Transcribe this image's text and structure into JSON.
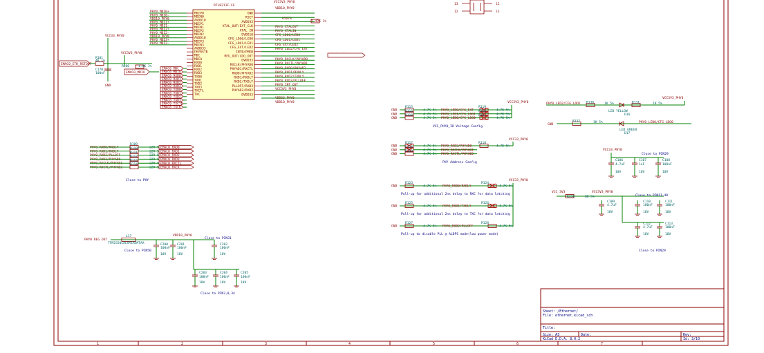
{
  "ic": {
    "title": "RTL8211F-CG",
    "left_pins": [
      "MDIP0",
      "MDIN0",
      "AVDD10",
      "MDIP1",
      "MDIN1",
      "MDIP2",
      "MDIN2",
      "AVDD10",
      "MDIP3",
      "MDIN3",
      "AVDD33",
      "PHYRSTB",
      "MDC",
      "MDIO",
      "RXD0",
      "RXD1",
      "RXD2",
      "RXD3",
      "TXD0",
      "TXD1",
      "TXD2",
      "TXD3",
      "TXCTL",
      "TXC"
    ],
    "right_pins": [
      "GND",
      "RSET",
      "AVDD33",
      "XTAL_OUT/EXT_CLK",
      "XTAL_IN",
      "DVDD10",
      "CFG_LDO0/LED0",
      "CFG_LDO1/LED1",
      "CFG_EXT/LED2",
      "INTB/PMEB",
      "REG_OUT/LDO_OUT",
      "DVDD33",
      "RXCLK/PHYAD0",
      "PHYAD1/RXCTL",
      "RXD0/PHYAD2",
      "RXD1/RXDLY",
      "RXD2/TXDLY",
      "PLLOFF/RXD3",
      "PHYAD2/RXD2",
      "DVDD33"
    ]
  },
  "left_nets": [
    "PHY0_MDI0+",
    "PHY0_MDI0-",
    "VDD10_PHY0",
    "PHY0_MDI1+",
    "PHY0_MDI1-",
    "PHY0_MDI2+",
    "PHY0_MDI2-",
    "VDD10_PHY0",
    "PHY0_MDI3+",
    "PHY0_MDI3-"
  ],
  "mac_labels": [
    "EMAC0_MDC",
    "EMAC0_MDIO",
    "EMAC0_RXD0",
    "EMAC0_RXD1",
    "EMAC0_RXD2",
    "EMAC0_RXD3",
    "EMAC0_TXD0",
    "EMAC0_TXD1",
    "EMAC0_TXD2",
    "EMAC0_TXD3",
    "EMAC0_TXCTL",
    "EMAC0_TXCK"
  ],
  "right_nets": [
    "VCC3V3_PHY0",
    "VDD10_PHY0",
    "R5678",
    "2.49K 1%",
    "PHY0_XTALOUT",
    "PHY0_XTALIN",
    "CFG_LDO0/LED0",
    "CFG_LDO1/LED1",
    "CFG_EXT/LED2",
    "PHY0_LED2/CFG_EXT",
    "EMAC0_IRQ",
    "PHY0_RXCLK/PHYAD0",
    "PHY0_RXCTL/PHYAD1",
    "PHY0_RXD0/PHYAD2",
    "PHY0_RXD1/RXDLY",
    "PHY0_RXD2/TXDLY",
    "PHY0_RXD3/PLLOFF",
    "PHY0_INT_OUT",
    "VCC3V3_PHY0",
    "VDD33_PHY0",
    "VDD10_PHY0"
  ],
  "reset": {
    "net": "EMAC0_ETH_RSTOUT",
    "r_ref": "R101",
    "r_val": "4K 1%",
    "c_ref": "C170",
    "c_val": "100nF",
    "vcc": "VCC33_PHY0",
    "gnd": "GND",
    "vcc2": "VCC3V3_PHY0",
    "r2": "R100",
    "r2_val": "1.5K 1%",
    "mdio_net": "EMAC0_MDIO"
  },
  "rx_series": {
    "nets": [
      "PHY0_RXD0/RXDLY",
      "PHY0_RXD1/RXDLY",
      "PHY0_RXD2/PLLOFF",
      "PHY0_RXD3/PHYAD0",
      "PHY0_RXCLK/PHYAD1",
      "PHY0_RXCTL/PHYAD2"
    ],
    "refs": [
      "R109",
      "R110",
      "R111",
      "R112",
      "R113",
      "R114"
    ],
    "vals": [
      "22R 5%",
      "22R 5%",
      "22R 5%",
      "22R 5%",
      "22R 5%",
      "22R 5%"
    ],
    "labels": [
      "EMAC0_RXD0",
      "EMAC0_RXD1",
      "EMAC0_RXD2",
      "EMAC0_RXD3",
      "EMAC0_RXCTL",
      "EMAC0_RXCK"
    ],
    "note": "Close to PHY"
  },
  "ldo_cfg": {
    "refs": [
      "R115",
      "R116",
      "R118"
    ],
    "vals": [
      "4.7K 5%",
      "4.7K 5%",
      "4.7K 5%"
    ],
    "nets": [
      "PHY0_LED0/CFG_EXT",
      "PHY0_LED1/CFG_LDO1",
      "PHY0_LED0/CFG_LDO0"
    ],
    "alt_refs": [
      "R119",
      "R120",
      "R121"
    ],
    "alt_vals": [
      "4.7K 5%",
      "4.7K 5%",
      "4.7K 5%"
    ],
    "vcc": "VCC3V3_PHY0",
    "note": "VCC_PHY0_IO Voltage Config"
  },
  "addr_cfg": {
    "refs": [
      "R117",
      "R118",
      "R119"
    ],
    "vals": [
      "4.7K 5%",
      "4.7K 5%",
      "4.7K 5%"
    ],
    "nets": [
      "PHY0_RXD2/PHYAD0",
      "PHY0_RXCLK/PHYAD1",
      "PHY0_RXCTL/PHYAD2"
    ],
    "r_right": "R118",
    "r_right_val": "4.7K 5%",
    "vcc": "VCC33_PHY0",
    "note": "PHY Address Config"
  },
  "delay_cfg": {
    "vcc": "VCC33_PHY0",
    "rows": [
      {
        "ref": "R123",
        "val": "4.7K 5%",
        "net": "PHY0_RXD0/RXDLY",
        "alt": "R124",
        "alt_val": "4.7K 5%",
        "note": "Pull-up for additional 2ns delay to RXC for data latching"
      },
      {
        "ref": "R125",
        "val": "4.7K 5%",
        "net": "PHY0_RXD1/TXDLY",
        "alt": "R126",
        "alt_val": "4.7K 5%",
        "note": "Pull-up for additional 2ns delay to TXC for data latching"
      },
      {
        "ref": "R127",
        "val": "4.7K 5%",
        "net": "PHY0_RXD2/PLLOFF",
        "alt": "R128",
        "alt_val": "4.7K 5%",
        "note": "Pull-up to disable PLL @ ALDPS mode(low power mode)"
      }
    ]
  },
  "leds": {
    "vcc": "VCC3V3_PHY0",
    "rows": [
      {
        "net": "PHY0_LED2/CFG_LDO1",
        "r_ref": "R130",
        "r_val": "1K 5%",
        "d_ref": "D16",
        "d_val": "LED YELLOW",
        "r2_ref": "R131",
        "r2_val": "1K 5%"
      },
      {
        "net": "PHY0_LED0/CFG_LDO0",
        "r_ref": "R132",
        "r_val": "1K 5%",
        "d_ref": "D17",
        "d_val": "LED GREEN",
        "gnd": "GND"
      }
    ]
  },
  "decap_top": {
    "vcc": "VCC33_PHY0",
    "note": "Close to PIN29",
    "caps": [
      {
        "ref": "C106",
        "val": "4.7uF",
        "v": "10V"
      },
      {
        "ref": "C107",
        "val": "1uF",
        "v": "10V"
      },
      {
        "ref": "C108",
        "val": "100nF",
        "v": "10V"
      }
    ]
  },
  "decap_mid": {
    "vcc_in": "VCC_3V3",
    "r_ref": "R139",
    "r_val": "0R 5%",
    "vcc_out": "VCC3V3_PHY0",
    "note1": "Close to PIN11,40",
    "note2": "Close to PIN29",
    "caps": [
      {
        "ref": "C109",
        "val": "4.7uF",
        "v": "10V"
      },
      {
        "ref": "C110",
        "val": "100nF",
        "v": "10V"
      },
      {
        "ref": "C111",
        "val": "100nF",
        "v": "10V"
      },
      {
        "ref": "C112",
        "val": "4.7uF",
        "v": "10V"
      },
      {
        "ref": "C113",
        "val": "100nF",
        "v": "10V"
      }
    ]
  },
  "decap_bottom": {
    "net_in": "PHY0 REG OUT",
    "l_ref": "L17",
    "l_val": "TFM2520LALVA1R5MTAA",
    "vdd": "VDD10_PHY0",
    "note1": "Close to PIN50",
    "note2": "Close to PIN31",
    "note3": "Close to PIN3,8,34",
    "caps_a": [
      {
        "ref": "C200",
        "val": "100nF",
        "v": "10V"
      },
      {
        "ref": "C201",
        "val": "100nF",
        "v": "10V"
      }
    ],
    "caps_b": [
      {
        "ref": "C202",
        "val": "100nF",
        "v": "10V"
      }
    ],
    "caps_c": [
      {
        "ref": "C203",
        "val": "100nF",
        "v": "10V"
      },
      {
        "ref": "C204",
        "val": "100nF",
        "v": "10V"
      },
      {
        "ref": "C205",
        "val": "100nF",
        "v": "10V"
      }
    ]
  },
  "xtal": {
    "pins": [
      "13",
      "12",
      "12",
      "13"
    ]
  },
  "title_block": {
    "sheet": "Sheet: /Ethernet/",
    "file": "File: ethernet.kicad_sch",
    "title": "Title:",
    "size": "Size: A3",
    "date": "Date:",
    "rev": "Rev:",
    "tool": "KiCad E.D.A. 8.0.2",
    "id": "Id: 3/10"
  },
  "border_numbers": [
    "1",
    "2",
    "3",
    "4",
    "5",
    "6",
    "7"
  ]
}
